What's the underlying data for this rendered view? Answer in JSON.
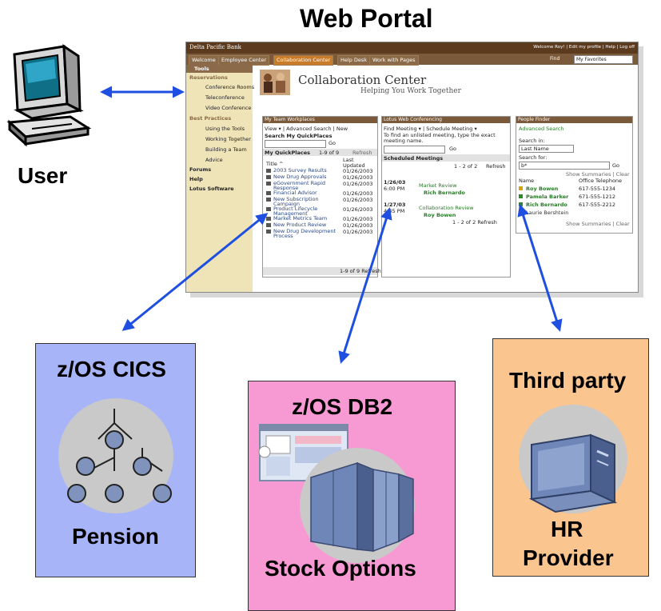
{
  "title": "Web Portal",
  "user_label": "User",
  "portal": {
    "brand": "Delta Pacific Bank",
    "top_links": "Welcome Roy! | Edit my profile | Help | Log off",
    "tabs": [
      "Welcome",
      "Employee Center",
      "Collaboration Center",
      "Help Desk",
      "Work with Pages"
    ],
    "find": "Find",
    "favorites": "My Favorites",
    "nav": {
      "tools": "Tools",
      "reservations": "Reservations",
      "conference_rooms": "Conference Rooms",
      "teleconference": "Teleconference",
      "video_conference": "Video Conference",
      "best_practices": "Best Practices",
      "using_tools": "Using the Tools",
      "working_together": "Working Together",
      "building_team": "Building a Team",
      "advice": "Advice",
      "forums": "Forums",
      "help": "Help",
      "lotus_software": "Lotus Software"
    },
    "banner_title": "Collaboration Center",
    "banner_subtitle": "Helping You Work Together",
    "workplaces": {
      "header": "My Team Workplaces",
      "links": "View ▾ |  Advanced Search  |  New",
      "search_label": "Search My QuickPlaces",
      "go": "Go",
      "list_title": "My QuickPlaces",
      "paging": "1-9 of 9",
      "refresh": "Refresh",
      "col_title": "Title ^",
      "col_updated": "Last Updated",
      "rows": [
        {
          "title": "2003 Survey Results",
          "date": "01/26/2003"
        },
        {
          "title": "New Drug Approvals",
          "date": "01/26/2003"
        },
        {
          "title": "eGovernment Rapid Response",
          "date": "01/26/2003"
        },
        {
          "title": "Financial Advisor",
          "date": "01/26/2003"
        },
        {
          "title": "New Subscription Campaign",
          "date": "01/26/2003"
        },
        {
          "title": "Product Lifecycle Management",
          "date": "01/26/2003"
        },
        {
          "title": "Market Metrics Team",
          "date": "01/26/2003"
        },
        {
          "title": "New Product Review",
          "date": "01/26/2003"
        },
        {
          "title": "New Drug Development Process",
          "date": "01/26/2003"
        }
      ],
      "footer": "1-9 of 9  Refresh"
    },
    "conferencing": {
      "header": "Lotus Web Conferencing",
      "links": "Find Meeting ▾ | Schedule Meeting ▾",
      "hint": "To find an unlisted meeting, type the exact meeting name.",
      "go": "Go",
      "scheduled": "Scheduled Meetings",
      "paging": "1 - 2 of 2",
      "refresh": "Refresh",
      "meetings": [
        {
          "date": "1/26/03",
          "time": "6:00 PM",
          "name": "Market Review",
          "host": "Rich Bernardo"
        },
        {
          "date": "1/27/03",
          "time": "4:45 PM",
          "name": "Collaboration Review",
          "host": "Roy Bowen"
        }
      ],
      "footer": "1 - 2 of 2  Refresh"
    },
    "people": {
      "header": "People Finder",
      "advanced": "Advanced Search",
      "search_in": "Search in:",
      "field": "Last Name",
      "search_for": "Search for:",
      "query": "b*",
      "go": "Go",
      "show": "Show Summaries | Clear",
      "col_name": "Name",
      "col_phone": "Office Telephone",
      "rows": [
        {
          "name": "Roy Bowen",
          "phone": "617-555-1234"
        },
        {
          "name": "Pamela Barker",
          "phone": "671-555-1212"
        },
        {
          "name": "Rich Bernardo",
          "phone": "617-555-2212"
        },
        {
          "name": "Laurie Bershtein",
          "phone": ""
        }
      ],
      "footer": "Show Summaries | Clear"
    }
  },
  "backends": {
    "cics": {
      "title": "z/OS CICS",
      "label": "Pension",
      "color": "#a8b4f8"
    },
    "db2": {
      "title": "z/OS DB2",
      "label": "Stock Options",
      "color": "#f79ad4"
    },
    "third": {
      "title": "Third party",
      "label_1": "HR",
      "label_2": "Provider",
      "color": "#fbc590"
    }
  },
  "colors": {
    "arrow": "#1f4fe0",
    "circle": "#c9c9c9",
    "node": "#7f93bd"
  }
}
